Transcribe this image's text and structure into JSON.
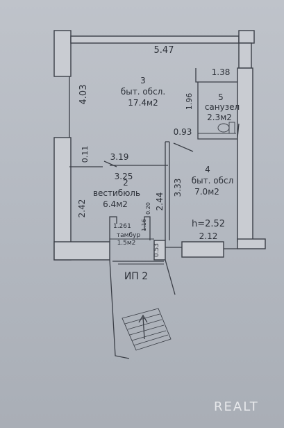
{
  "plan": {
    "rooms": [
      {
        "number": "3",
        "name": "быт. обсл.",
        "area": "17.4м2"
      },
      {
        "number": "5",
        "name": "санузел",
        "area": "2.3м2"
      },
      {
        "number": "4",
        "name": "быт. обсл",
        "area": "7.0м2"
      },
      {
        "number": "2",
        "name": "вестибюль",
        "area": "6.4м2"
      },
      {
        "number": "1",
        "name": "тамбур",
        "area": "1.5м2"
      }
    ],
    "dimensions": {
      "top": "5.47",
      "left": "4.03",
      "bath_width": "1.38",
      "bath_height": "1.96",
      "bath_door": "0.93",
      "w_0_11": "0.11",
      "w_3_19": "3.19",
      "w_3_25": "3.25",
      "w_3_33": "3.33",
      "w_2_44": "2.44",
      "w_2_42": "2.42",
      "w_1_26": "1.26",
      "w_0_20": "0.20",
      "w_1_16": "1.16",
      "w_0_53": "0.53",
      "w_2_12": "2.12"
    },
    "height": "h=2.52",
    "porch": "ИП 2"
  },
  "watermark": "REALT"
}
